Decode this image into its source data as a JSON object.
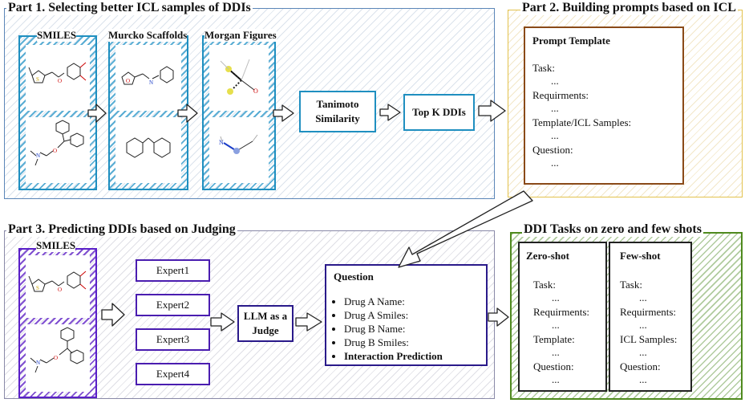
{
  "part1": {
    "title": "Part 1. Selecting better ICL samples of DDIs",
    "smiles_label": "SMILES",
    "murcko_label": "Murcko Scaffolds",
    "morgan_label": "Morgan Figures",
    "tanimoto": "Tanimoto Similarity",
    "topk": "Top K DDIs"
  },
  "part2": {
    "title": "Part 2. Building prompts based on ICL",
    "template_title": "Prompt Template",
    "lines": [
      "Task:",
      "...",
      "Requirments:",
      "...",
      "Template/ICL Samples:",
      "...",
      "Question:",
      "..."
    ]
  },
  "part3": {
    "title": "Part 3. Predicting DDIs based on Judging",
    "smiles_label": "SMILES",
    "experts": [
      "Expert1",
      "Expert2",
      "Expert3",
      "Expert4"
    ],
    "judge": "LLM as a Judge",
    "question_title": "Question",
    "question_items": [
      "Drug A Name:",
      "Drug A Smiles:",
      "Drug B Name:",
      "Drug B Smiles:"
    ],
    "question_bold": "Interaction Prediction"
  },
  "tasks": {
    "title": "DDI Tasks on zero and few shots",
    "zero_title": "Zero-shot",
    "zero_lines": [
      "Task:",
      "...",
      "Requirments:",
      "...",
      "Template:",
      "...",
      "Question:",
      "..."
    ],
    "few_title": "Few-shot",
    "few_lines": [
      "Task:",
      "...",
      "Requirments:",
      "...",
      "ICL Samples:",
      "...",
      "Question:",
      "..."
    ]
  },
  "colors": {
    "part1_border": "#5b86b8",
    "part2_border": "#e3c24d",
    "part3_border": "#8a8aa8",
    "tasks_border": "#4f8a1e",
    "cyan": "#1f8fc0",
    "purple": "#5a20c8",
    "brown": "#8a4a18",
    "navy": "#2a1a8a"
  }
}
